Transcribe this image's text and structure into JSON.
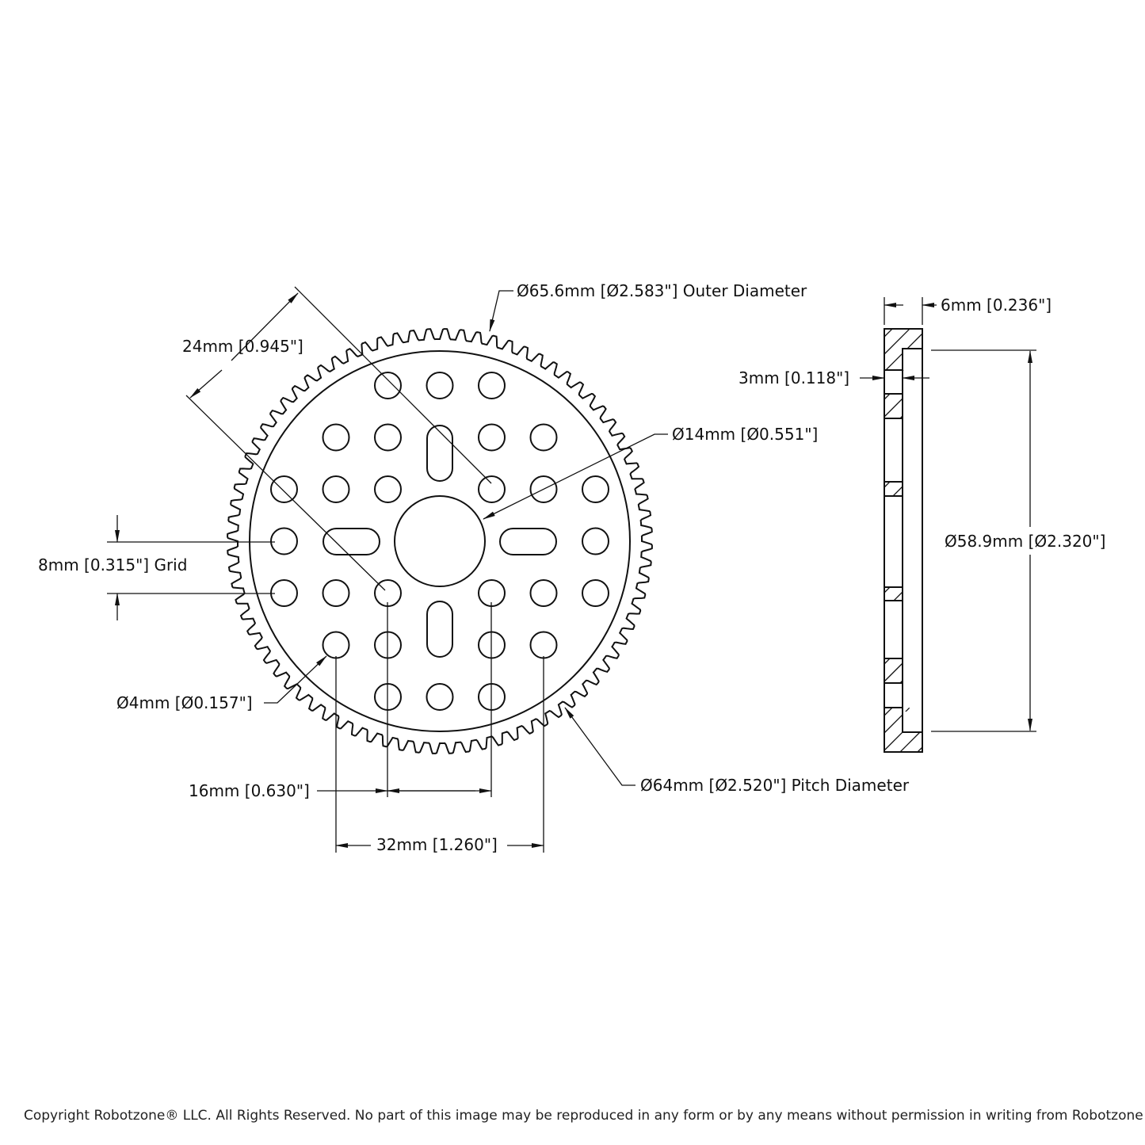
{
  "gear": {
    "teeth": 80,
    "outer_diameter_mm": 65.6,
    "pitch_diameter_mm": 64,
    "bore_diameter_mm": 14,
    "hole_diameter_mm": 4,
    "grid_mm": 8
  },
  "labels": {
    "outer_diameter": "Ø65.6mm [Ø2.583\"] Outer Diameter",
    "diagonal": "24mm [0.945\"]",
    "bore": "Ø14mm [Ø0.551\"]",
    "grid": "8mm [0.315\"] Grid",
    "hole": "Ø4mm [Ø0.157\"]",
    "span16": "16mm [0.630\"]",
    "span32": "32mm [1.260\"]",
    "pitch_diameter": "Ø64mm [Ø2.520\"] Pitch Diameter",
    "thickness": "6mm [0.236\"]",
    "hub_thickness": "3mm [0.118\"]",
    "hub_diameter": "Ø58.9mm [Ø2.320\"]"
  },
  "footer": {
    "copyright": "Copyright Robotzone® LLC.  All Rights Reserved. No part of this image may be reproduced in any form or by any means without permission in writing from Robotzone® LLC."
  }
}
